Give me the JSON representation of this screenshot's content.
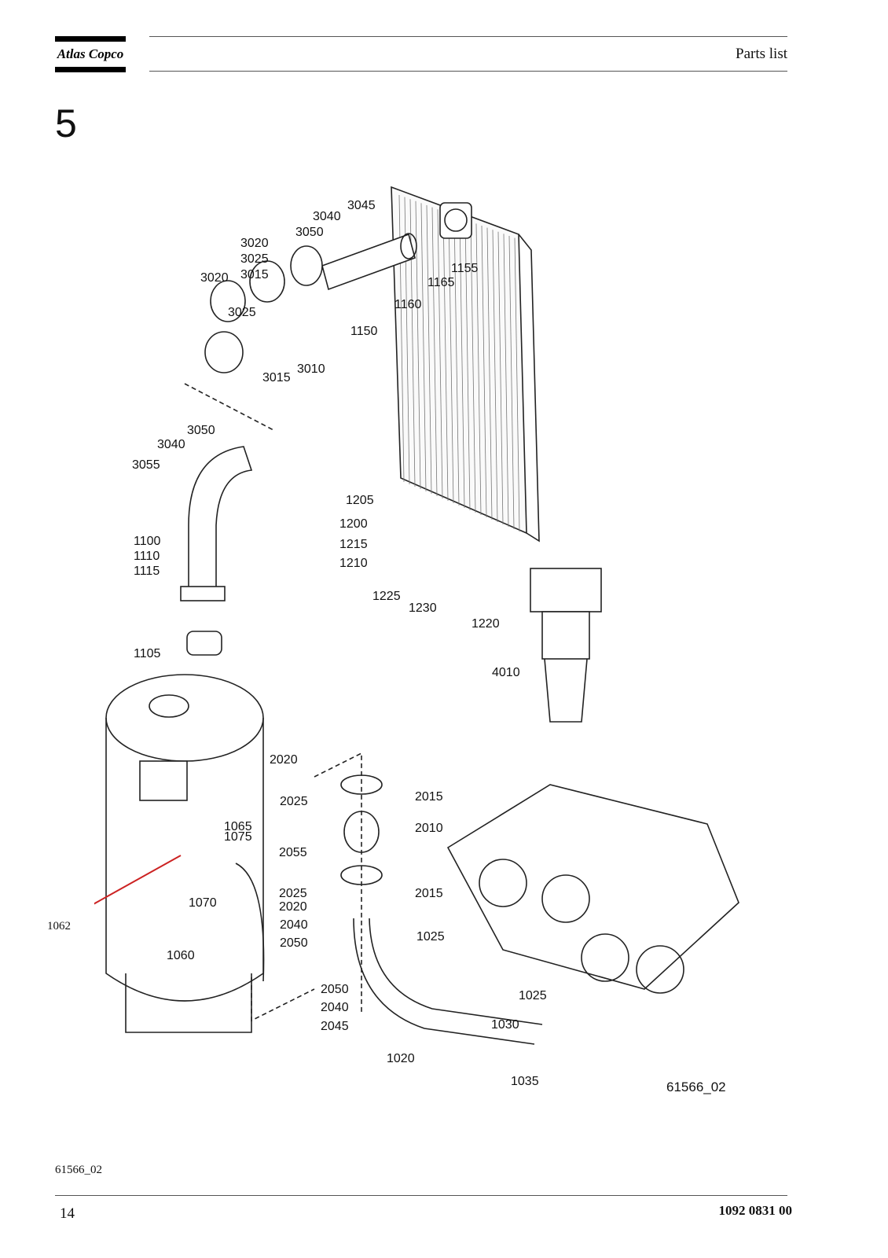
{
  "header": {
    "brand": "Atlas Copco",
    "title": "Parts list"
  },
  "section": {
    "number": "5"
  },
  "drawing": {
    "id": "61566_02",
    "external_callout": "1062",
    "callouts": [
      "3045",
      "3040",
      "3050",
      "3020",
      "3025",
      "3015",
      "3020",
      "3025",
      "3010",
      "3015",
      "1155",
      "1165",
      "1160",
      "1150",
      "3050",
      "3040",
      "3055",
      "1205",
      "1200",
      "1215",
      "1210",
      "1225",
      "1230",
      "1220",
      "4010",
      "1100",
      "1110",
      "1115",
      "1105",
      "2020",
      "2025",
      "2015",
      "2010",
      "2055",
      "2025",
      "2020",
      "2015",
      "1065",
      "1075",
      "1070",
      "2040",
      "2050",
      "1060",
      "1025",
      "2050",
      "2040",
      "2045",
      "1030",
      "1025",
      "1020",
      "1035"
    ]
  },
  "footer": {
    "figure_caption": "61566_02",
    "page_number": "14",
    "document_number": "1092 0831 00"
  }
}
